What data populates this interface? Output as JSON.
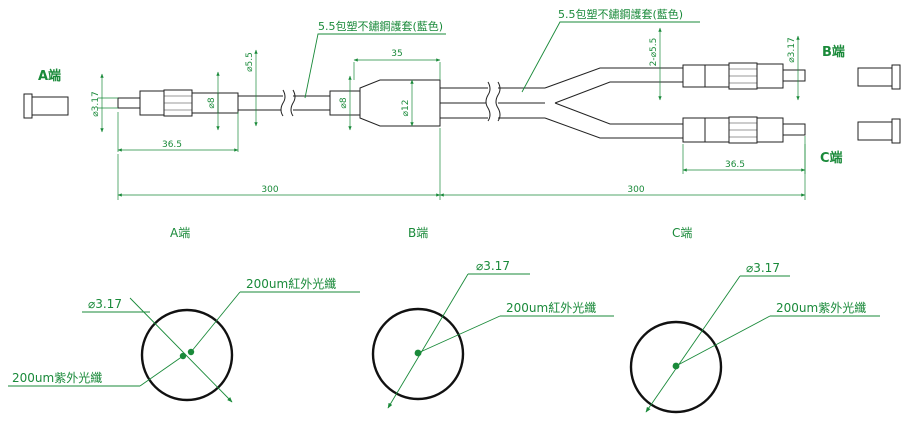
{
  "end_labels": {
    "a": "A端",
    "b": "B端",
    "c": "C端"
  },
  "sheath_notes": {
    "left": "5.5包塑不鏽鋼護套(藍色)",
    "right": "5.5包塑不鏽鋼護套(藍色)"
  },
  "dimensions": {
    "d317_a": "3.17",
    "d8_a": "8",
    "d55_a": "5.5",
    "d8_b": "8",
    "d12": "12",
    "len_35": "35",
    "len_365_a": "36.5",
    "len_300_a": "300",
    "len_300_b": "300",
    "d55_b": "2-⌀5.5",
    "d317_b": "3.17",
    "len_365_b": "36.5"
  },
  "sections": {
    "a": {
      "title": "A端",
      "diameter": "3.17",
      "fibers": [
        "200um紅外光纖",
        "200um紫外光纖"
      ]
    },
    "b": {
      "title": "B端",
      "diameter": "3.17",
      "fibers": [
        "200um紅外光纖"
      ]
    },
    "c": {
      "title": "C端",
      "diameter": "3.17",
      "fibers": [
        "200um紫外光纖"
      ]
    }
  },
  "colors": {
    "annotation": "#1a8a3a",
    "outline": "#222222"
  }
}
